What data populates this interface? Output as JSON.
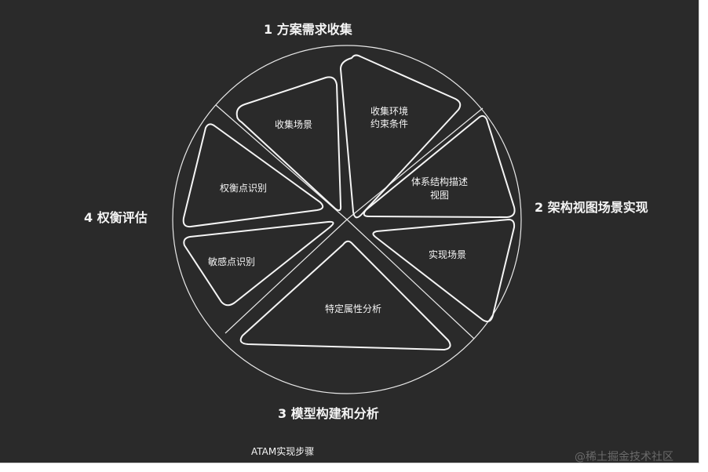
{
  "phases": {
    "p1": "1 方案需求收集",
    "p2": "2 架构视图场景实现",
    "p3": "3 模型构建和分析",
    "p4": "4 权衡评估"
  },
  "segments": {
    "collect_scenarios": "收集场景",
    "collect_env_line1": "收集环境",
    "collect_env_line2": "约束条件",
    "arch_desc_line1": "体系结构描述",
    "arch_desc_line2": "视图",
    "implement_scenarios": "实现场景",
    "attribute_analysis": "特定属性分析",
    "sensitivity_points": "敏感点识别",
    "tradeoff_points": "权衡点识别"
  },
  "caption": "ATAM实现步骤",
  "watermark": "@稀土掘金技术社区"
}
